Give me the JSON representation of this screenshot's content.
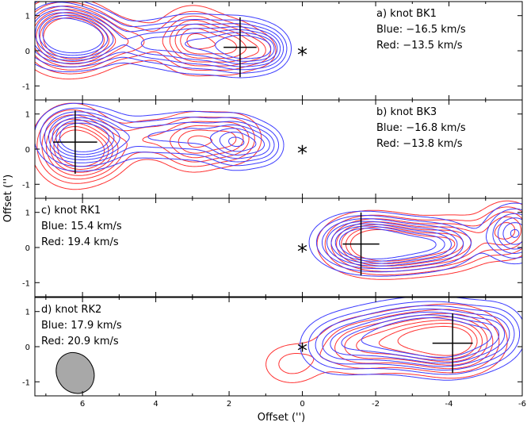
{
  "chart_data": {
    "type": "contour",
    "xlabel": "Offset ('')",
    "ylabel": "Offset ('')",
    "xlim": [
      7.3,
      -6.0
    ],
    "ylim": [
      -1.4,
      1.4
    ],
    "xticks": [
      6,
      4,
      2,
      0,
      -2,
      -4,
      -6
    ],
    "yticks": [
      1,
      0,
      -1
    ],
    "series_colors": {
      "blue": "#3b3bff",
      "red": "#ff3030"
    },
    "star": {
      "x": 0,
      "y": 0,
      "label": "*"
    },
    "panels": [
      {
        "id": "a",
        "lines": [
          "a) knot BK1",
          "Blue: −16.5 km/s",
          "Red: −13.5 km/s"
        ],
        "text_side": "right",
        "cross": {
          "x": 1.7,
          "y": 0.1,
          "hw": 0.45,
          "hh": 0.85
        },
        "blue": [
          {
            "x": 6.7,
            "y": 0.5,
            "sx": 0.6,
            "sy": 0.55,
            "a": 1.0
          },
          {
            "x": 5.8,
            "y": 0.35,
            "sx": 0.6,
            "sy": 0.45,
            "a": 0.9
          },
          {
            "x": 4.3,
            "y": 0.2,
            "sx": 0.5,
            "sy": 0.35,
            "a": 0.45
          },
          {
            "x": 3.0,
            "y": 0.2,
            "sx": 0.8,
            "sy": 0.5,
            "a": 0.75
          },
          {
            "x": 1.6,
            "y": 0.1,
            "sx": 0.55,
            "sy": 0.45,
            "a": 0.95
          },
          {
            "x": 0.9,
            "y": 0.05,
            "sx": 0.35,
            "sy": 0.35,
            "a": 0.5
          }
        ],
        "red": [
          {
            "x": 6.6,
            "y": 0.4,
            "sx": 0.65,
            "sy": 0.6,
            "a": 1.0
          },
          {
            "x": 5.9,
            "y": 0.3,
            "sx": 0.6,
            "sy": 0.5,
            "a": 0.85
          },
          {
            "x": 4.6,
            "y": 0.25,
            "sx": 0.5,
            "sy": 0.4,
            "a": 0.4
          },
          {
            "x": 3.0,
            "y": 0.3,
            "sx": 0.55,
            "sy": 0.55,
            "a": 0.9
          },
          {
            "x": 1.9,
            "y": 0.1,
            "sx": 0.5,
            "sy": 0.45,
            "a": 0.7
          },
          {
            "x": 1.1,
            "y": 0.0,
            "sx": 0.3,
            "sy": 0.3,
            "a": 0.3
          }
        ]
      },
      {
        "id": "b",
        "lines": [
          "b) knot BK3",
          "Blue: −16.8 km/s",
          "Red: −13.8 km/s"
        ],
        "text_side": "right",
        "cross": {
          "x": 6.2,
          "y": 0.2,
          "hw": 0.6,
          "hh": 0.9
        },
        "blue": [
          {
            "x": 6.3,
            "y": 0.35,
            "sx": 0.55,
            "sy": 0.5,
            "a": 1.0
          },
          {
            "x": 5.5,
            "y": 0.3,
            "sx": 0.5,
            "sy": 0.45,
            "a": 0.7
          },
          {
            "x": 4.2,
            "y": 0.35,
            "sx": 0.6,
            "sy": 0.4,
            "a": 0.45
          },
          {
            "x": 3.0,
            "y": 0.4,
            "sx": 0.6,
            "sy": 0.45,
            "a": 0.5
          },
          {
            "x": 1.8,
            "y": 0.2,
            "sx": 0.5,
            "sy": 0.45,
            "a": 0.85
          },
          {
            "x": 1.0,
            "y": 0.1,
            "sx": 0.35,
            "sy": 0.35,
            "a": 0.4
          }
        ],
        "red": [
          {
            "x": 6.3,
            "y": 0.1,
            "sx": 0.6,
            "sy": 0.65,
            "a": 1.0
          },
          {
            "x": 5.6,
            "y": -0.1,
            "sx": 0.55,
            "sy": 0.45,
            "a": 0.6
          },
          {
            "x": 4.3,
            "y": 0.3,
            "sx": 0.5,
            "sy": 0.4,
            "a": 0.35
          },
          {
            "x": 3.0,
            "y": 0.2,
            "sx": 0.55,
            "sy": 0.5,
            "a": 0.75
          },
          {
            "x": 1.9,
            "y": 0.3,
            "sx": 0.5,
            "sy": 0.45,
            "a": 0.6
          }
        ]
      },
      {
        "id": "c",
        "lines": [
          "c) knot RK1",
          "Blue: 15.4 km/s",
          "Red: 19.4 km/s"
        ],
        "text_side": "left",
        "cross": {
          "x": -1.6,
          "y": 0.1,
          "hw": 0.5,
          "hh": 0.9
        },
        "blue": [
          {
            "x": -1.5,
            "y": 0.15,
            "sx": 0.7,
            "sy": 0.45,
            "a": 1.0
          },
          {
            "x": -2.6,
            "y": 0.05,
            "sx": 0.8,
            "sy": 0.45,
            "a": 0.85
          },
          {
            "x": -3.8,
            "y": 0.1,
            "sx": 0.6,
            "sy": 0.4,
            "a": 0.55
          },
          {
            "x": -5.8,
            "y": 0.4,
            "sx": 0.5,
            "sy": 0.5,
            "a": 0.8
          }
        ],
        "red": [
          {
            "x": -1.8,
            "y": 0.1,
            "sx": 0.75,
            "sy": 0.5,
            "a": 1.0
          },
          {
            "x": -3.0,
            "y": 0.0,
            "sx": 0.8,
            "sy": 0.45,
            "a": 0.85
          },
          {
            "x": -4.2,
            "y": 0.15,
            "sx": 0.6,
            "sy": 0.45,
            "a": 0.6
          },
          {
            "x": -5.6,
            "y": 0.5,
            "sx": 0.5,
            "sy": 0.5,
            "a": 0.7
          }
        ]
      },
      {
        "id": "d",
        "lines": [
          "d) knot RK2",
          "Blue: 17.9 km/s",
          "Red: 20.9 km/s"
        ],
        "text_side": "left",
        "cross": {
          "x": -4.1,
          "y": 0.1,
          "hw": 0.55,
          "hh": 0.85
        },
        "beam": {
          "x": 6.2,
          "y": -0.75,
          "rx": 0.5,
          "ry": 0.6,
          "angle": -30
        },
        "blue": [
          {
            "x": -4.1,
            "y": 0.2,
            "sx": 0.8,
            "sy": 0.6,
            "a": 1.0
          },
          {
            "x": -3.0,
            "y": 0.35,
            "sx": 0.8,
            "sy": 0.55,
            "a": 0.75
          },
          {
            "x": -1.8,
            "y": 0.2,
            "sx": 0.8,
            "sy": 0.55,
            "a": 0.6
          },
          {
            "x": -0.8,
            "y": 0.0,
            "sx": 0.6,
            "sy": 0.5,
            "a": 0.4
          },
          {
            "x": -5.3,
            "y": 0.4,
            "sx": 0.5,
            "sy": 0.5,
            "a": 0.5
          }
        ],
        "red": [
          {
            "x": -4.2,
            "y": 0.15,
            "sx": 0.75,
            "sy": 0.55,
            "a": 1.0
          },
          {
            "x": -2.9,
            "y": 0.2,
            "sx": 0.75,
            "sy": 0.5,
            "a": 0.7
          },
          {
            "x": -1.5,
            "y": 0.0,
            "sx": 0.7,
            "sy": 0.5,
            "a": 0.55
          },
          {
            "x": 0.3,
            "y": -0.5,
            "sx": 0.6,
            "sy": 0.45,
            "a": 0.35
          }
        ]
      }
    ]
  }
}
